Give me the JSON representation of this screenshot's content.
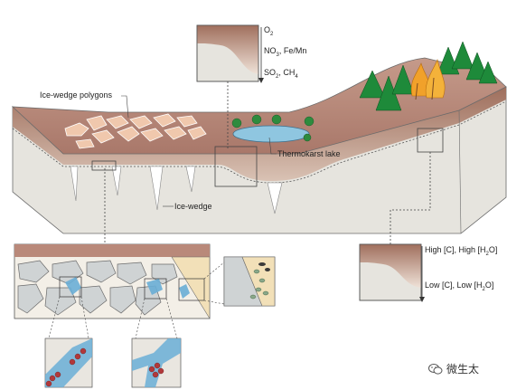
{
  "labels": {
    "o2_text": "O",
    "o2_sub": "2",
    "no3_text": "NO",
    "no3_sub": "3",
    "no3_rest": ", Fe/Mn",
    "so2_text": "SO",
    "so2_sub": "2",
    "so2_rest": ", CH",
    "so2_sub2": "4",
    "ice_wedge_polygons": "Ice-wedge polygons",
    "thermokarst_lake": "Thermokarst lake",
    "ice_wedge": "Ice-wedge",
    "high_a": "High [C], High [H",
    "high_sub": "2",
    "high_b": "O]",
    "low_a": "Low [C], Low [H",
    "low_sub": "2",
    "low_b": "O]"
  },
  "watermark": {
    "text": "微生太",
    "icon": "wechat-icon"
  },
  "colors": {
    "soil_top": "#b9897a",
    "soil_front": "#e8e6e0",
    "soil_dark": "#a47563",
    "ice": "#ffffff",
    "water": "#8fc6e0",
    "tree": "#1e8a3a",
    "fire": "#f1a12a",
    "polygon": "#f0c8ad"
  }
}
